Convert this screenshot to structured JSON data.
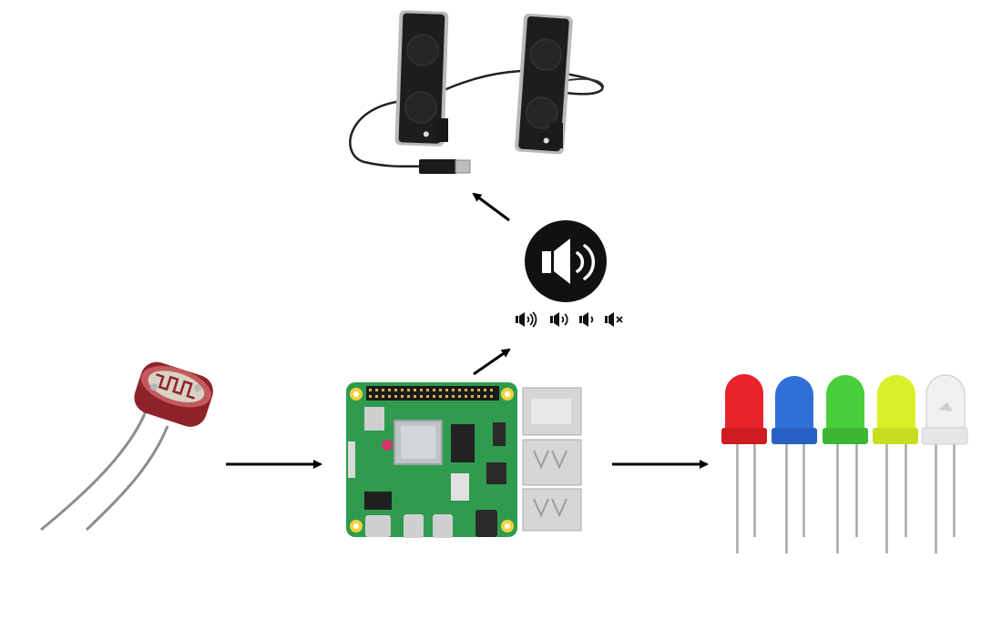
{
  "diagram": {
    "colors": {
      "arrow": "#000000",
      "pcb": "#2e9b4f",
      "pcb_dark": "#23803f",
      "led_red": "#e8232b",
      "led_blue": "#2f6fd6",
      "led_green": "#49cf3c",
      "led_yellow": "#d9ef2a",
      "led_white": "#f1f1f1",
      "ldr_body": "#9c2b33",
      "speaker_body": "#1f1f1f"
    },
    "nodes": [
      {
        "id": "speakers",
        "icon": "usb-speakers-icon"
      },
      {
        "id": "volume",
        "icon": "volume-icon"
      },
      {
        "id": "volume-levels",
        "icon": [
          "volume-high-icon",
          "volume-medium-icon",
          "volume-low-icon",
          "volume-mute-icon"
        ]
      },
      {
        "id": "ldr",
        "icon": "photoresistor-icon"
      },
      {
        "id": "raspberry-pi",
        "icon": "raspberry-pi-board-icon"
      },
      {
        "id": "leds",
        "icon": [
          "led-red-icon",
          "led-blue-icon",
          "led-green-icon",
          "led-yellow-icon",
          "led-white-icon"
        ]
      }
    ],
    "edges": [
      {
        "from": "ldr",
        "to": "raspberry-pi"
      },
      {
        "from": "raspberry-pi",
        "to": "leds"
      },
      {
        "from": "raspberry-pi",
        "to": "volume"
      },
      {
        "from": "volume",
        "to": "speakers"
      }
    ]
  }
}
